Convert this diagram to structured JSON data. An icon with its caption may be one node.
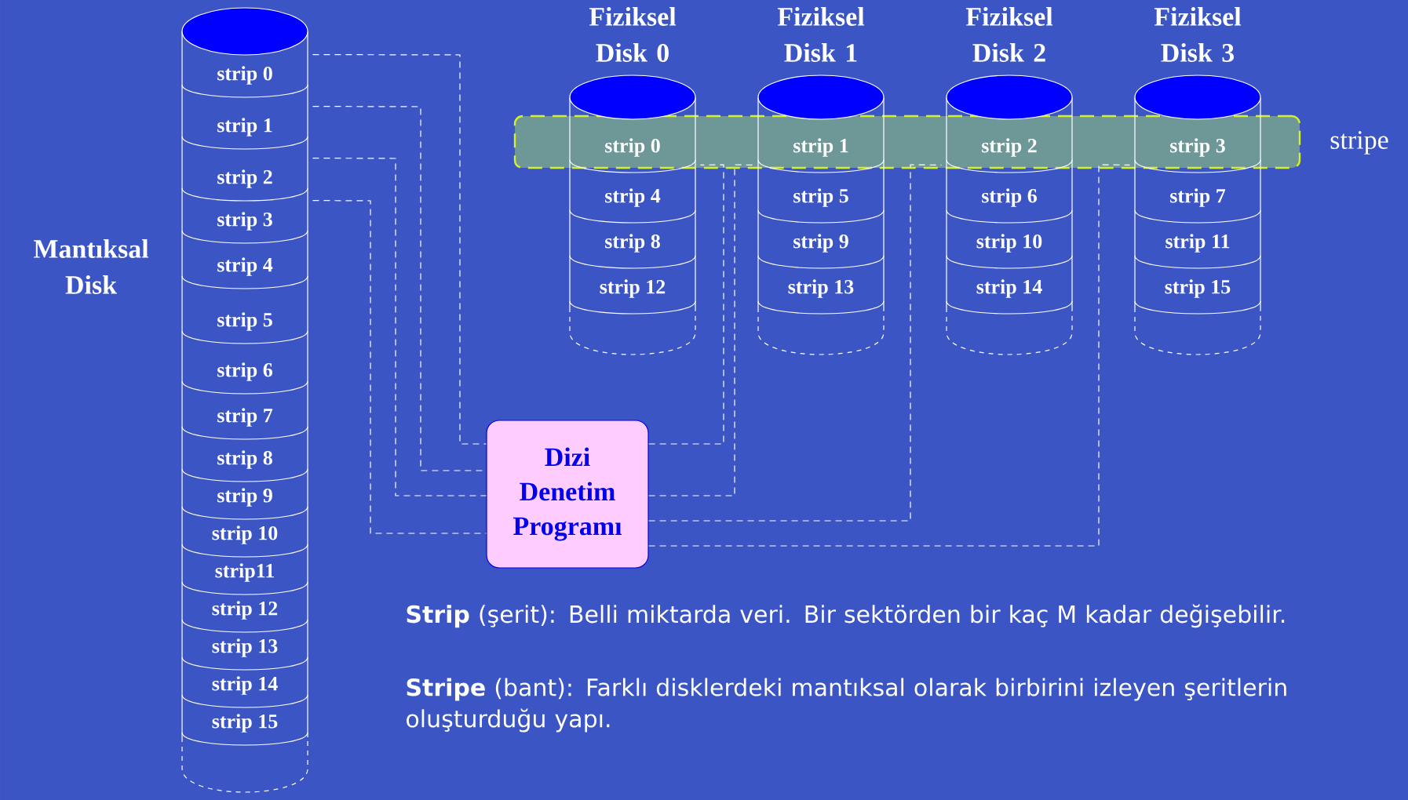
{
  "diagram": {
    "nodes": [
      {
        "text": [
          "Mantıksal Disk"
        ]
      },
      {
        "text": [
          "strip 0"
        ],
        "in": 0
      },
      {
        "text": [
          "strip 1"
        ],
        "in": 0
      },
      {
        "text": [
          "strip 2"
        ],
        "in": 0
      },
      {
        "text": [
          "strip 3"
        ],
        "in": 0
      },
      {
        "text": [
          "strip 4"
        ],
        "in": 0
      },
      {
        "text": [
          "strip 5"
        ],
        "in": 0
      },
      {
        "text": [
          "strip 6"
        ],
        "in": 0
      },
      {
        "text": [
          "strip 7"
        ],
        "in": 0
      },
      {
        "text": [
          "strip 8"
        ],
        "in": 0
      },
      {
        "text": [
          "strip 9"
        ],
        "in": 0
      },
      {
        "text": [
          "strip 10"
        ],
        "in": 0
      },
      {
        "text": [
          "strip11"
        ],
        "in": 0
      },
      {
        "text": [
          "strip 12"
        ],
        "in": 0
      },
      {
        "text": [
          "strip 13"
        ],
        "in": 0
      },
      {
        "text": [
          "strip 14"
        ],
        "in": 0
      },
      {
        "text": [
          "strip 15"
        ],
        "in": 0
      },
      {
        "text": [
          "Fiziksel Disk 0"
        ]
      },
      {
        "text": [
          "strip 0"
        ],
        "in": 17
      },
      {
        "text": [
          "strip 4"
        ],
        "in": 17
      },
      {
        "text": [
          "strip 8"
        ],
        "in": 17
      },
      {
        "text": [
          "strip 12"
        ],
        "in": 17
      },
      {
        "text": [
          "Fiziksel Disk 1"
        ]
      },
      {
        "text": [
          "strip 1"
        ],
        "in": 22
      },
      {
        "text": [
          "strip 5"
        ],
        "in": 22
      },
      {
        "text": [
          "strip 9"
        ],
        "in": 22
      },
      {
        "text": [
          "strip 13"
        ],
        "in": 22
      },
      {
        "text": [
          "Fiziksel Disk 2"
        ]
      },
      {
        "text": [
          "strip 2"
        ],
        "in": 27
      },
      {
        "text": [
          "strip 6"
        ],
        "in": 27
      },
      {
        "text": [
          "strip 10"
        ],
        "in": 27
      },
      {
        "text": [
          "strip 14"
        ],
        "in": 27
      },
      {
        "text": [
          "Fiziksel Disk 3"
        ]
      },
      {
        "text": [
          "strip 3"
        ],
        "in": 32
      },
      {
        "text": [
          "strip 7"
        ],
        "in": 32
      },
      {
        "text": [
          "strip 11"
        ],
        "in": 32
      },
      {
        "text": [
          "strip 15"
        ],
        "in": 32
      },
      {
        "text": [
          "stripe"
        ]
      },
      {
        "text": [
          "Dizi Denetim Programı"
        ]
      }
    ],
    "edges": [
      {
        "from": 1,
        "to": 38,
        "arrow": "none",
        "style": "dashed"
      },
      {
        "from": 2,
        "to": 38,
        "arrow": "none",
        "style": "dashed"
      },
      {
        "from": 3,
        "to": 38,
        "arrow": "none",
        "style": "dashed"
      },
      {
        "from": 4,
        "to": 38,
        "arrow": "none",
        "style": "dashed"
      },
      {
        "from": 38,
        "to": 18,
        "arrow": "none",
        "style": "dashed"
      },
      {
        "from": 38,
        "to": 23,
        "arrow": "none",
        "style": "dashed"
      },
      {
        "from": 38,
        "to": 28,
        "arrow": "none",
        "style": "dashed"
      },
      {
        "from": 38,
        "to": 33,
        "arrow": "none",
        "style": "dashed"
      }
    ],
    "labels": [
      "**Strip** (şerit): Belli miktarda veri. Bir sektörden bir kaç M kadar değişebilir.",
      "**Stripe** (bant): Farklı disklerdeki mantıksal olarak birbirini izleyen şeritlerin oluşturduğu yapı."
    ]
  }
}
